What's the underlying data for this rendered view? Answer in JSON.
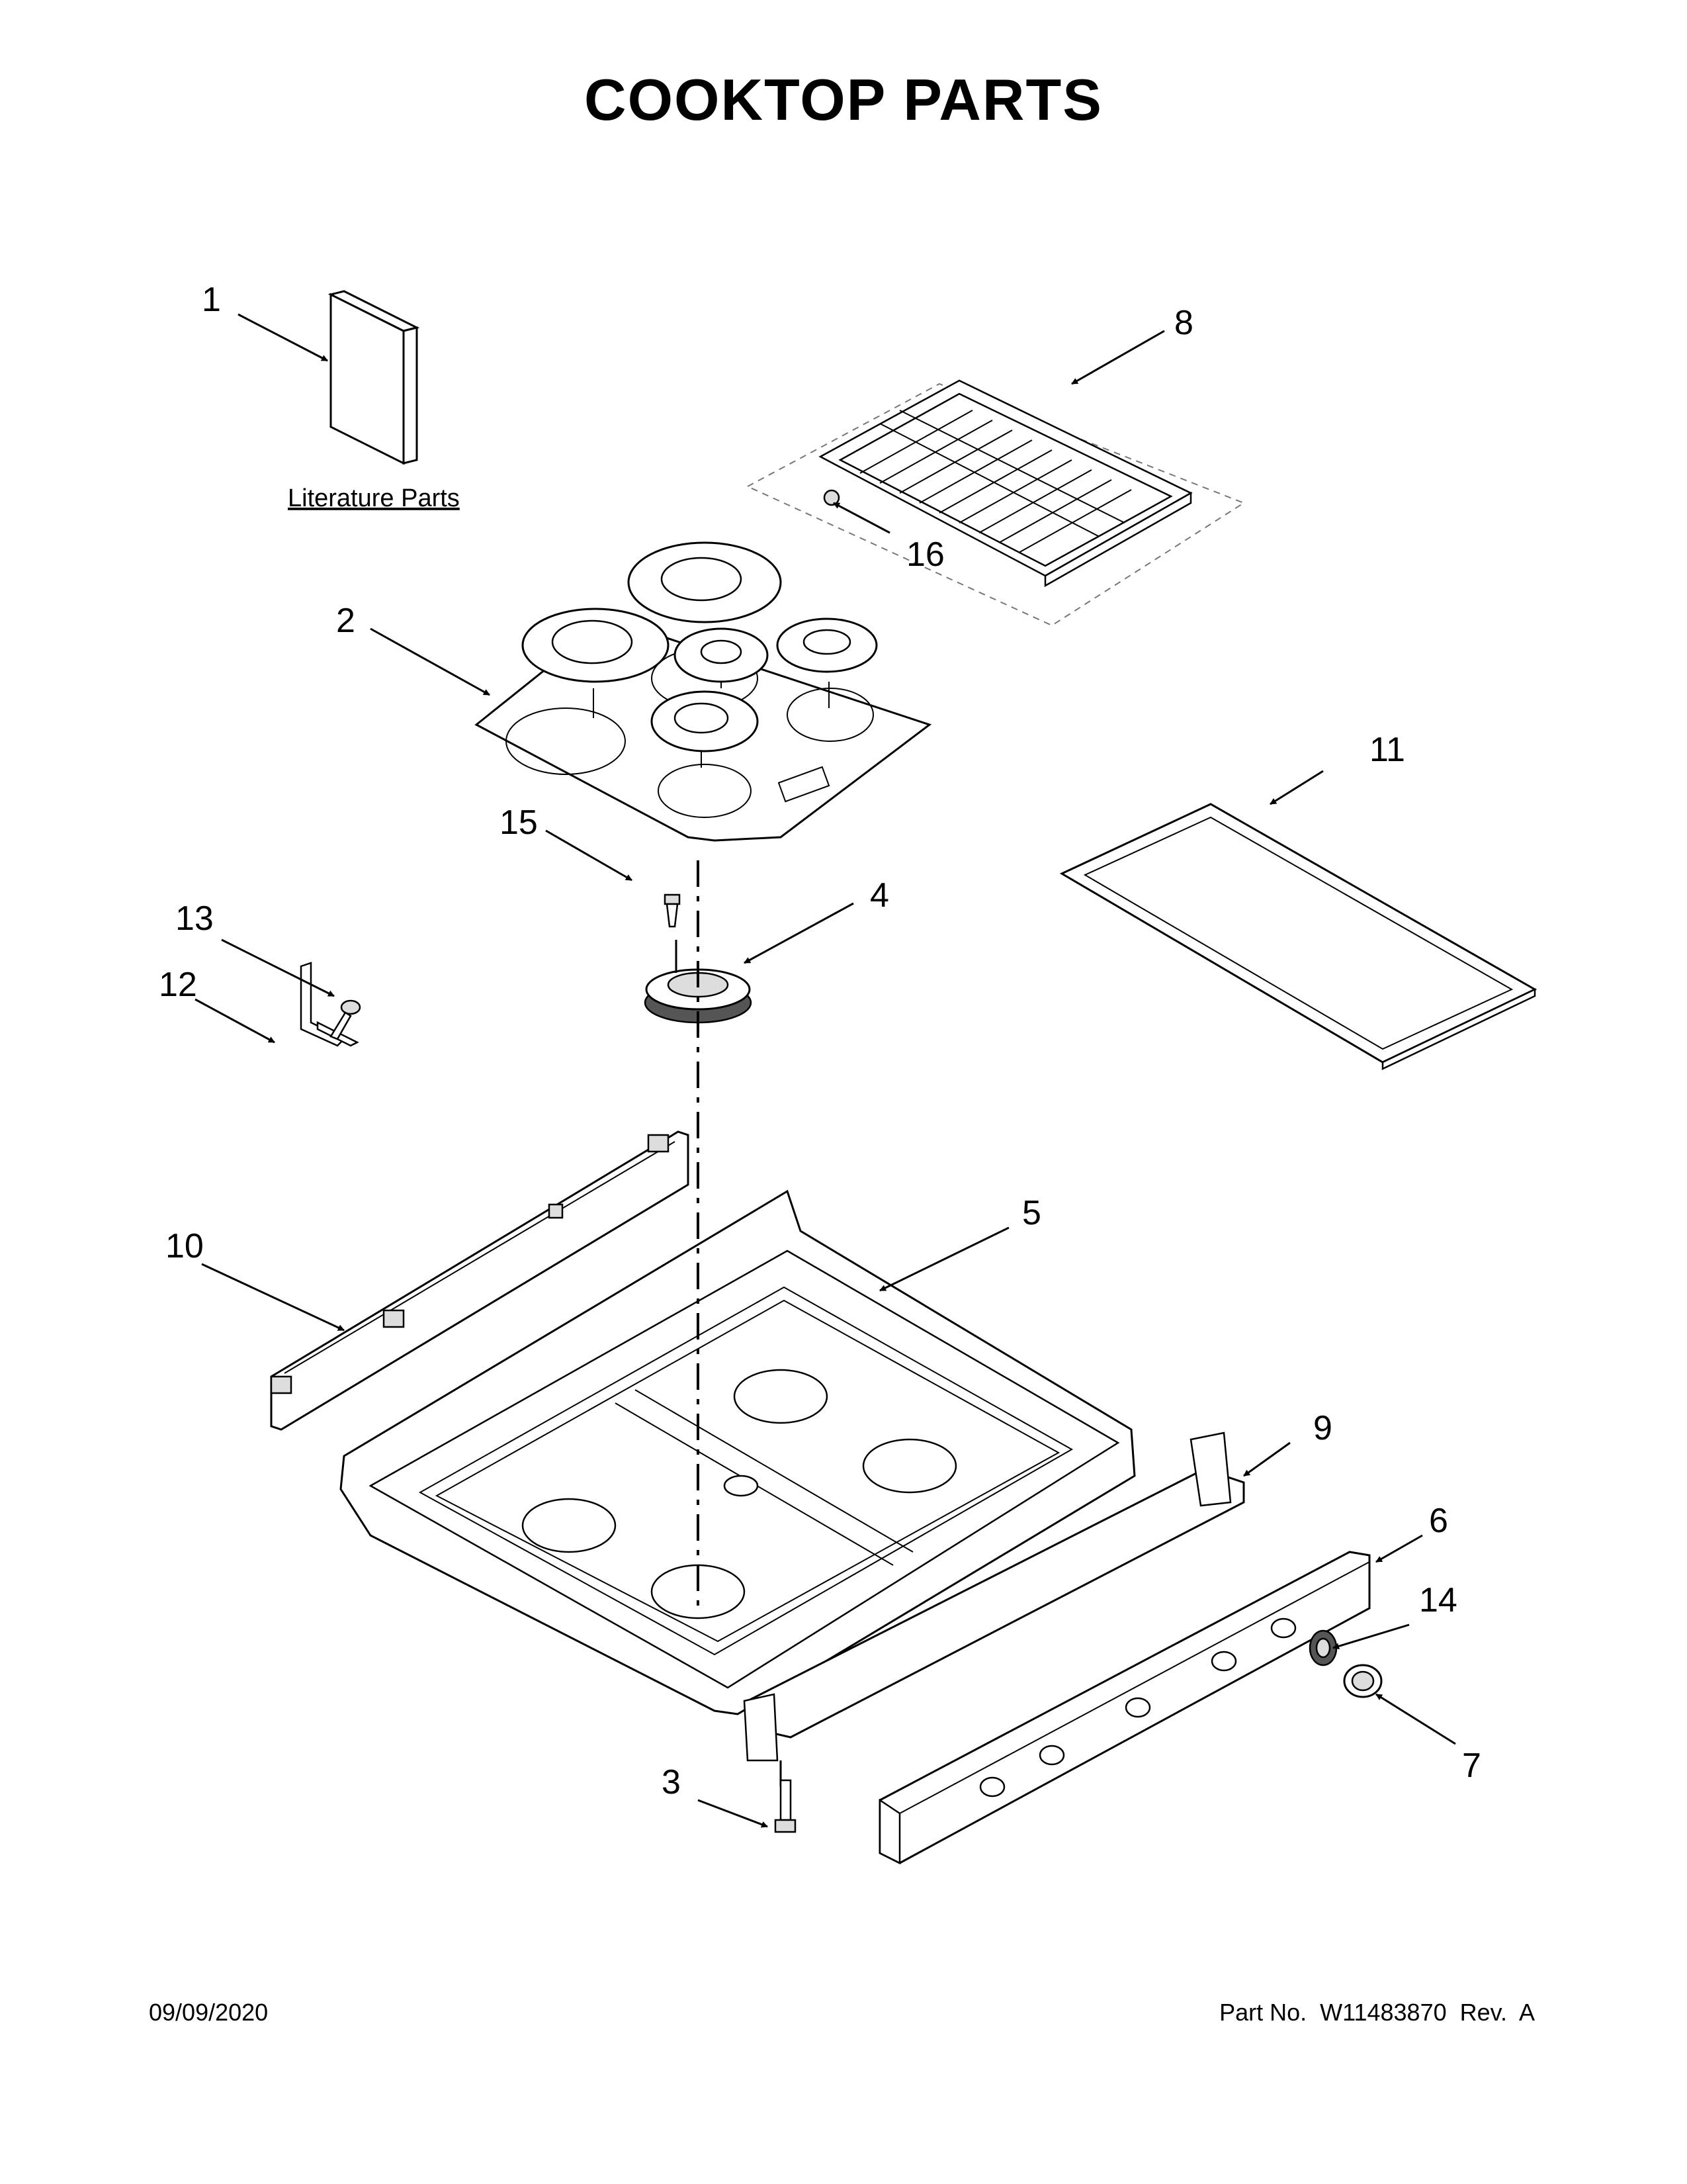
{
  "title": "COOKTOP PARTS",
  "literature_label": "Literature Parts",
  "callouts": {
    "c1": "1",
    "c2": "2",
    "c3": "3",
    "c4": "4",
    "c5": "5",
    "c6": "6",
    "c7": "7",
    "c8": "8",
    "c9": "9",
    "c10": "10",
    "c11": "11",
    "c12": "12",
    "c13": "13",
    "c14": "14",
    "c15": "15",
    "c16": "16"
  },
  "footer": {
    "date": "09/09/2020",
    "part_number": "Part No.  W11483870  Rev.  A"
  }
}
